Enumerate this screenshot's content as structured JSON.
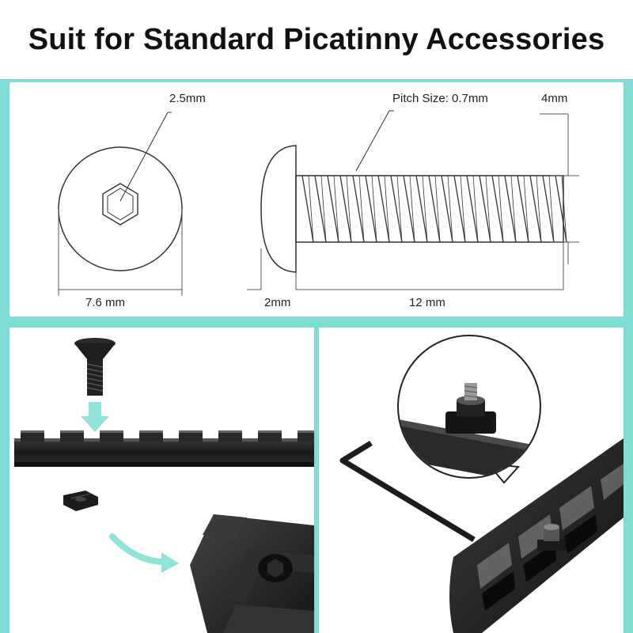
{
  "header": {
    "title": "Suit for Standard Picatinny Accessories"
  },
  "colors": {
    "accent": "#7fded3",
    "title": "#111111",
    "metal": "#1c1c1c"
  },
  "diagram": {
    "hex_socket_label": "2.5mm",
    "pitch_label": "Pitch Size: 0.7mm",
    "thread_diameter_label": "4mm",
    "head_diameter_label": "7.6 mm",
    "head_height_label": "2mm",
    "length_label": "12 mm"
  },
  "icons": {
    "down_arrow": "down-arrow-icon",
    "curved_arrow": "curved-arrow-icon",
    "hex_key": "hex-key-icon"
  }
}
